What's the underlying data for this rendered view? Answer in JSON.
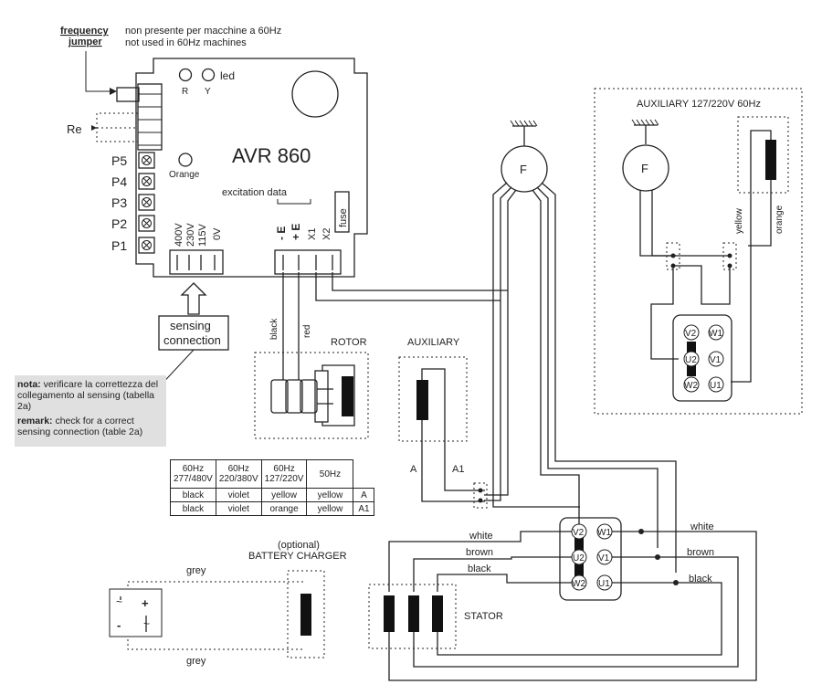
{
  "header": {
    "frequency_jumper": "frequency jumper",
    "frequency_jumper_line1": "frequency",
    "frequency_jumper_line2": "jumper",
    "note_it": "non presente per macchine a 60Hz",
    "note_en": "not used in 60Hz machines"
  },
  "avr": {
    "model": "AVR 860",
    "led_label": "led",
    "led_r": "R",
    "led_y": "Y",
    "orange_label": "Orange",
    "re_label": "Re",
    "pots": [
      "P5",
      "P4",
      "P3",
      "P2",
      "P1"
    ],
    "excitation_label": "excitation data",
    "exc_minus": "- E",
    "exc_plus": "+ E",
    "x1": "X1",
    "x2": "X2",
    "fuse": "fuse",
    "sensing_terms": [
      "400V",
      "230V",
      "115V",
      "0V"
    ]
  },
  "sensing": {
    "line1": "sensing",
    "line2": "connection"
  },
  "note": {
    "nota_bold": "nota:",
    "nota_text": "verificare la correttezza del collegamento al sensing (tabella 2a)",
    "remark_bold": "remark:",
    "remark_text": "check for a correct sensing connection  (table 2a)"
  },
  "rotor": {
    "title": "ROTOR",
    "black": "black",
    "red": "red"
  },
  "auxiliary": {
    "title": "AUXILIARY",
    "a": "A",
    "a1": "A1"
  },
  "aux_box": {
    "title": "AUXILIARY 127/220V 60Hz",
    "f": "F",
    "yellow": "yellow",
    "orange": "orange",
    "terminals": [
      "V2",
      "W1",
      "U2",
      "V1",
      "W2",
      "U1"
    ]
  },
  "main_f": "F",
  "table": {
    "headers": [
      "60Hz\n277/480V",
      "60Hz\n220/380V",
      "60Hz\n127/220V",
      "50Hz"
    ],
    "header_lines": [
      [
        "60Hz",
        "277/480V"
      ],
      [
        "60Hz",
        "220/380V"
      ],
      [
        "60Hz",
        "127/220V"
      ],
      [
        "50Hz"
      ]
    ],
    "rows": [
      [
        "black",
        "violet",
        "yellow",
        "yellow",
        "A"
      ],
      [
        "black",
        "violet",
        "orange",
        "yellow",
        "A1"
      ]
    ]
  },
  "battery": {
    "optional": "(optional)",
    "title": "BATTERY CHARGER",
    "grey_top": "grey",
    "grey_bottom": "grey"
  },
  "stator": {
    "title": "STATOR",
    "terminals": [
      "V2",
      "W1",
      "U2",
      "V1",
      "W2",
      "U1"
    ],
    "left_white": "white",
    "left_brown": "brown",
    "left_black": "black",
    "right_white": "white",
    "right_brown": "brown",
    "right_black": "black"
  }
}
